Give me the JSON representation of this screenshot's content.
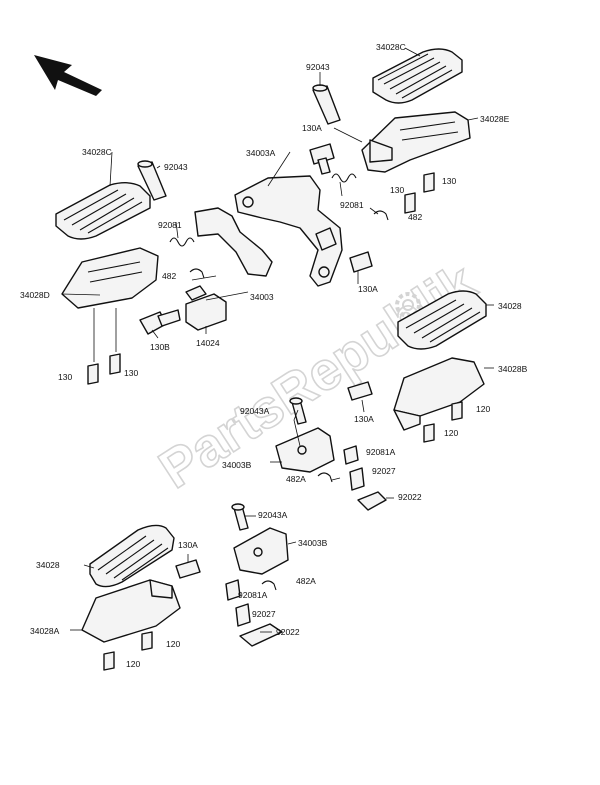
{
  "watermark": "PartsRepublik",
  "labels": {
    "p34028C_top": "34028C",
    "p92043_top": "92043",
    "p130A_top": "130A",
    "p34028E": "34028E",
    "p34003A": "34003A",
    "p34028C_left": "34028C",
    "p92043_left": "92043",
    "p92081_mid": "92081",
    "p130_right1": "130",
    "p130_right2": "130",
    "p482_right": "482",
    "p92081_left": "92081",
    "p482_left": "482",
    "p34003": "34003",
    "p130A_right": "130A",
    "p34028D": "34028D",
    "p130B": "130B",
    "p14024": "14024",
    "p130_left1": "130",
    "p130_left2": "130",
    "p34028": "34028",
    "p34028B": "34028B",
    "p92043A_mid": "92043A",
    "p130A_mid": "130A",
    "p120_r1": "120",
    "p120_r2": "120",
    "p34003B_mid": "34003B",
    "p92081A_mid": "92081A",
    "p482A_mid": "482A",
    "p92027_mid": "92027",
    "p92022_mid": "92022",
    "p92043A_low": "92043A",
    "p34003B_low": "34003B",
    "p130A_low": "130A",
    "p34028_low": "34028",
    "p482A_low": "482A",
    "p92081A_low": "92081A",
    "p92027_low": "92027",
    "p34028A": "34028A",
    "p92022_low": "92022",
    "p120_l1": "120",
    "p120_l2": "120"
  }
}
